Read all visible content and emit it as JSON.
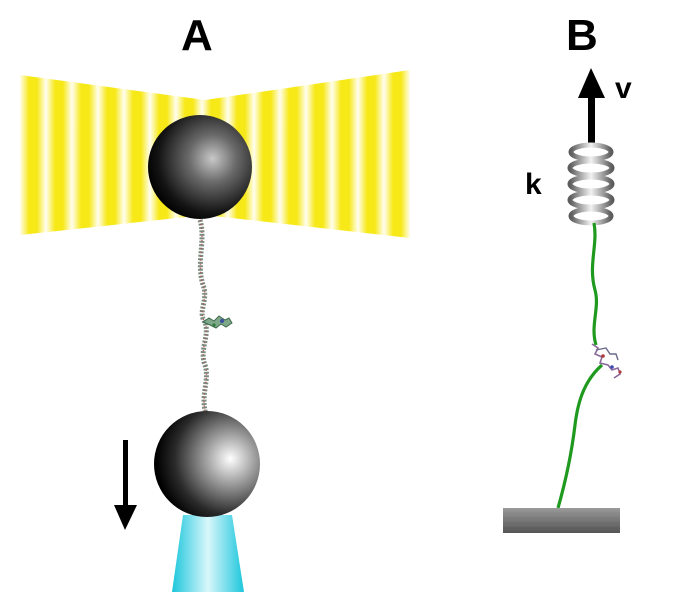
{
  "panels": [
    {
      "label": "A"
    },
    {
      "label": "B"
    }
  ],
  "panel_b": {
    "velocity_symbol": "v",
    "spring_constant_symbol": "k"
  },
  "colors": {
    "laser_beam": "#f7e817",
    "bead": "#111111",
    "tether": "#7c8b7e",
    "objective_light": "#2ad2e6",
    "linker": "#1f9a1f",
    "spring": "#9c9c9c",
    "surface": "#6f6f6f"
  }
}
